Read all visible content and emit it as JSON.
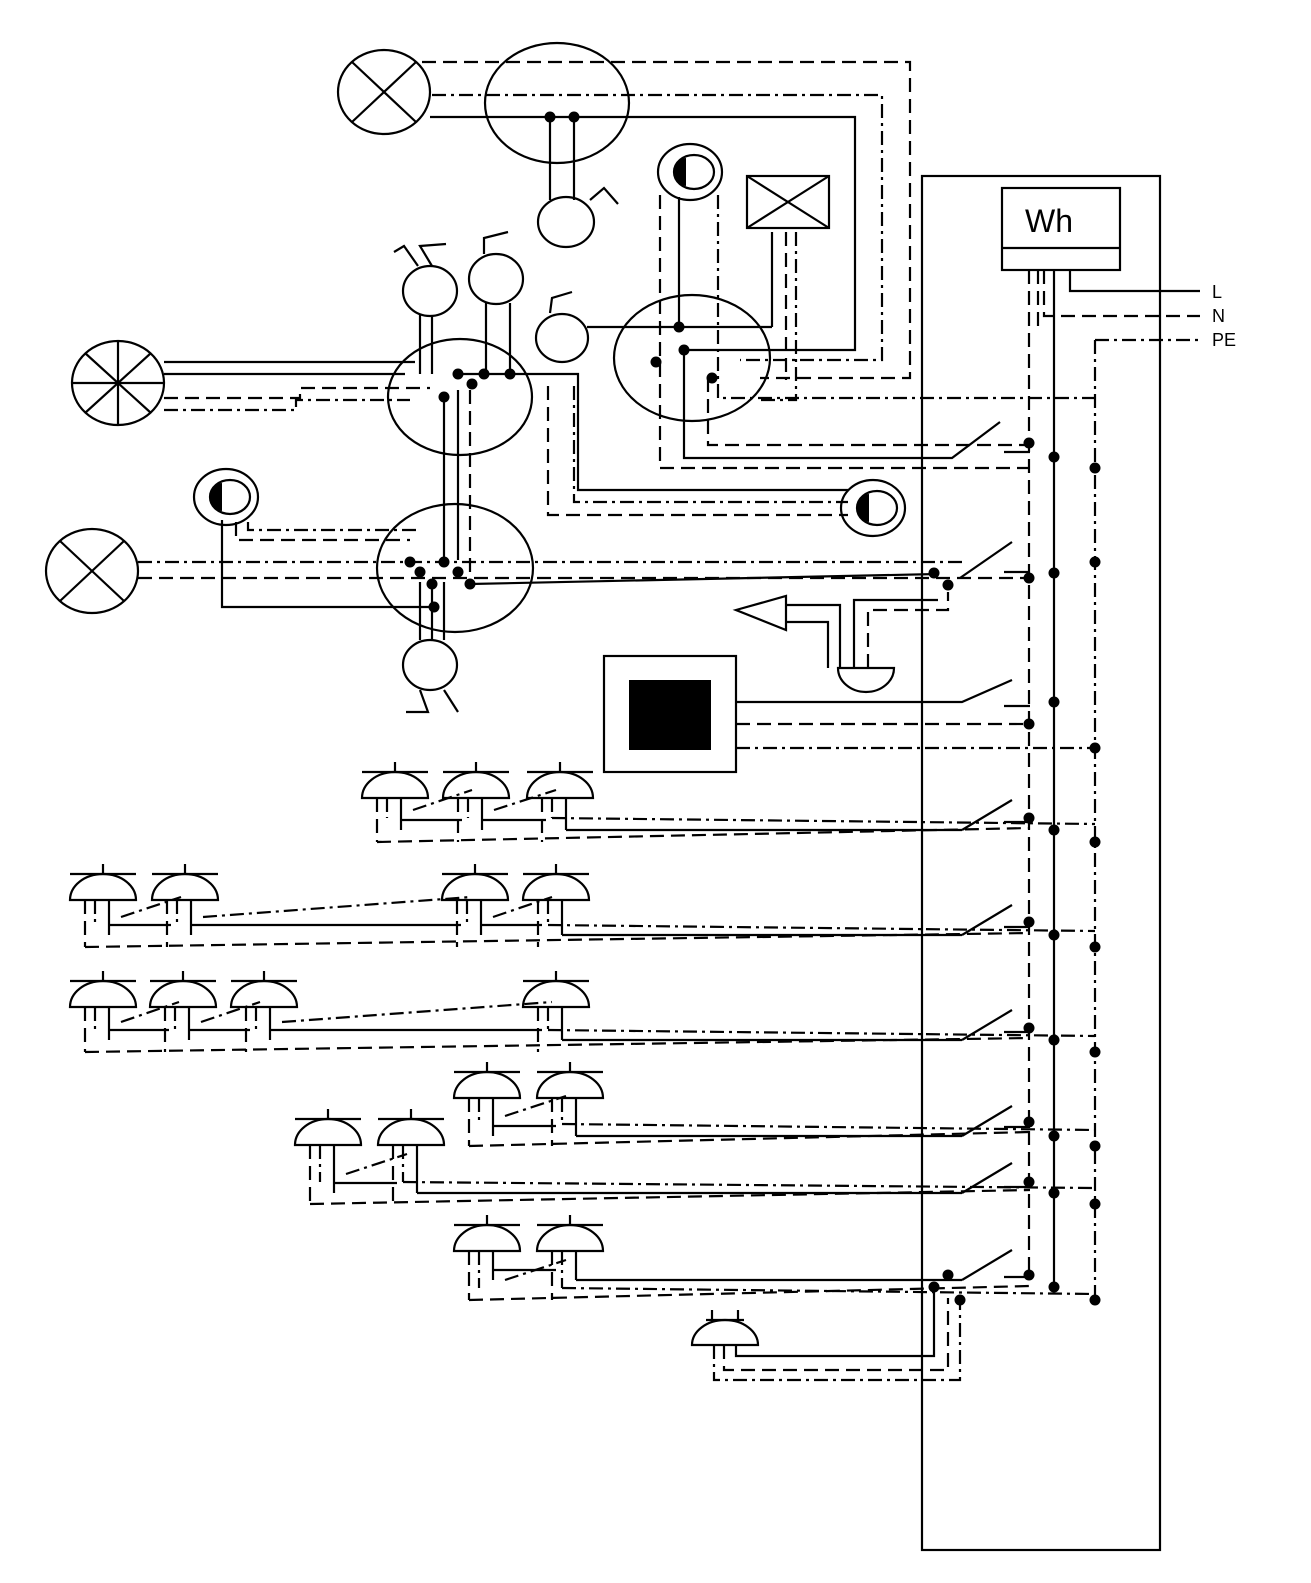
{
  "meter": {
    "label": "Wh"
  },
  "supply": {
    "l": "L",
    "n": "N",
    "pe": "PE"
  }
}
